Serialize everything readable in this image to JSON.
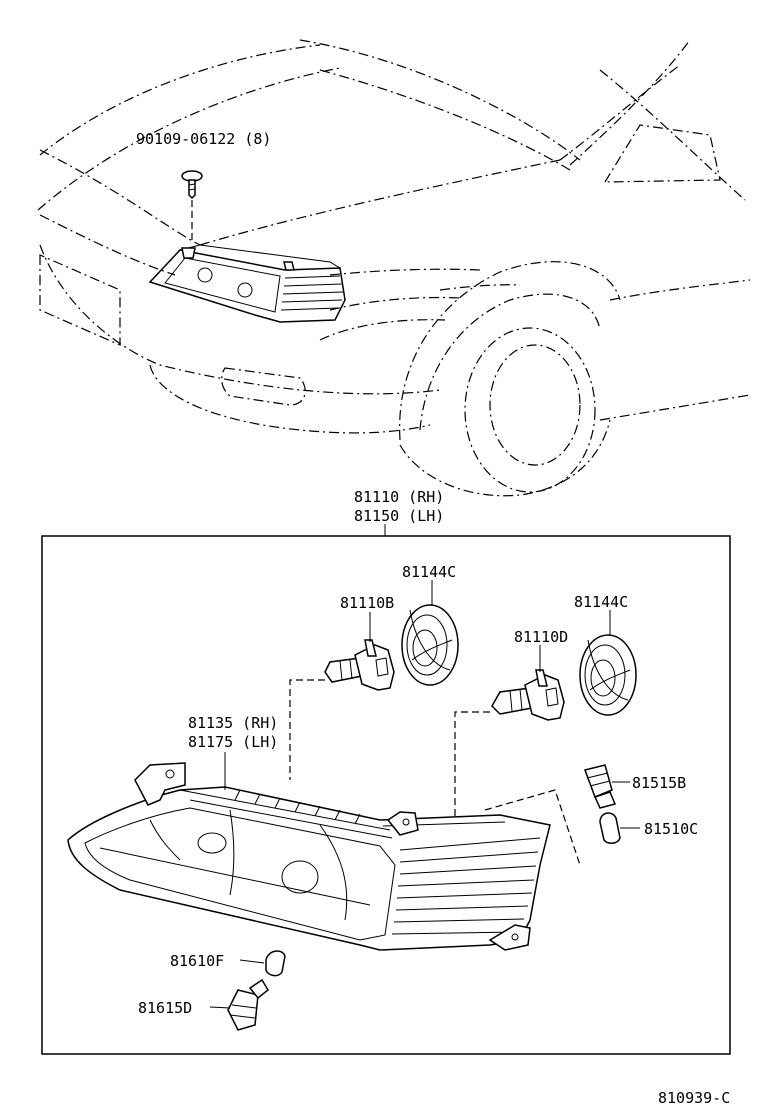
{
  "diagram": {
    "parts": {
      "screw": "90109-06122 (8)",
      "assy_rh": "81110 (RH)",
      "assy_lh": "81150 (LH)",
      "socket_cover_1": "81144C",
      "socket_cover_2": "81144C",
      "bulb_b": "81110B",
      "bulb_d": "81110D",
      "unit_rh": "81135 (RH)",
      "unit_lh": "81175 (LH)",
      "socket_515b": "81515B",
      "bulb_510c": "81510C",
      "bulb_610f": "81610F",
      "socket_615d": "81615D"
    },
    "figure_number": "810939-C"
  }
}
